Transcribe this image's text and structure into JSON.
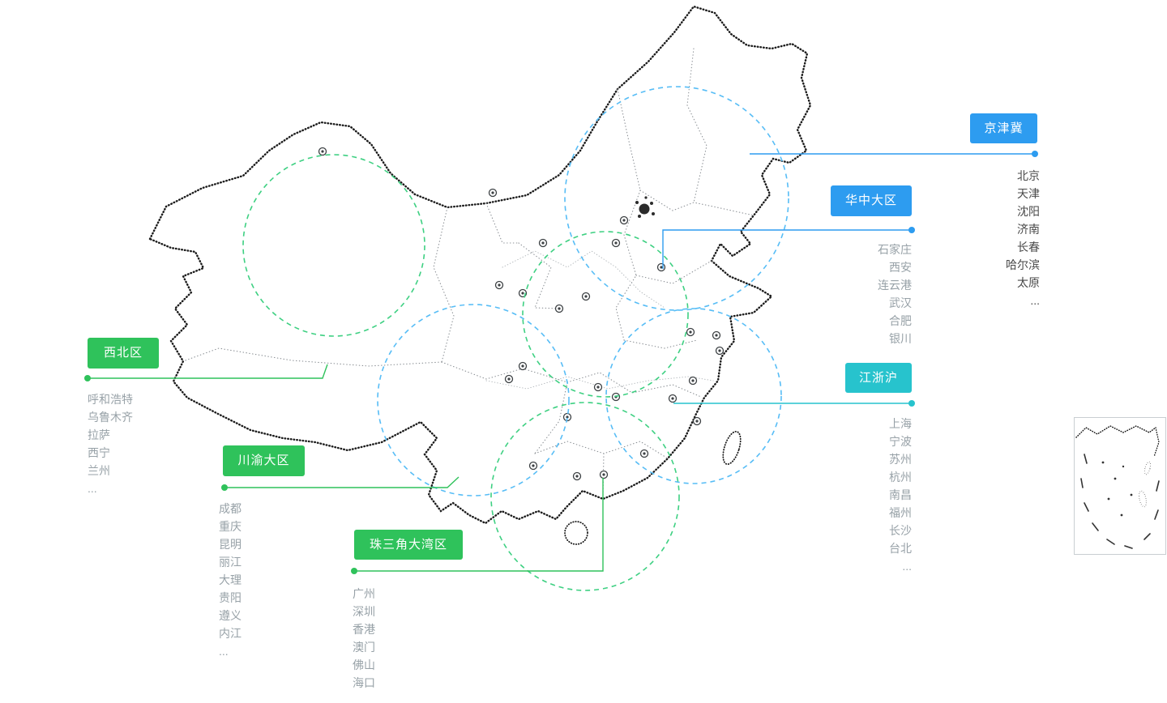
{
  "title": "china-regions-coverage-map",
  "colors": {
    "blue": "#2D9CF0",
    "green": "#2FC25B",
    "teal": "#27C3CD",
    "circle_blue": "#57BDF6",
    "circle_green": "#3ED082",
    "map_outline": "#1b1b1b",
    "city_list_gray": "#97A1A7",
    "city_list_dark": "#4A4A4A"
  },
  "regions": [
    {
      "id": "jingjinji",
      "label": "京津冀",
      "color": "#2D9CF0",
      "cities": [
        "北京",
        "天津",
        "沈阳",
        "济南",
        "长春",
        "哈尔滨",
        "太原",
        "..."
      ]
    },
    {
      "id": "huazhong",
      "label": "华中大区",
      "color": "#2D9CF0",
      "cities": [
        "石家庄",
        "西安",
        "连云港",
        "武汉",
        "合肥",
        "银川"
      ]
    },
    {
      "id": "xibei",
      "label": "西北区",
      "color": "#2FC25B",
      "cities": [
        "呼和浩特",
        "乌鲁木齐",
        "拉萨",
        "西宁",
        "兰州",
        "..."
      ]
    },
    {
      "id": "chuanyu",
      "label": "川渝大区",
      "color": "#2FC25B",
      "cities": [
        "成都",
        "重庆",
        "昆明",
        "丽江",
        "大理",
        "贵阳",
        "遵义",
        "内江",
        "..."
      ]
    },
    {
      "id": "zhusanjiao",
      "label": "珠三角大湾区",
      "color": "#2FC25B",
      "cities": [
        "广州",
        "深圳",
        "香港",
        "澳门",
        "佛山",
        "海口",
        "..."
      ]
    },
    {
      "id": "jiangzhehu",
      "label": "江浙沪",
      "color": "#27C3CD",
      "cities": [
        "上海",
        "宁波",
        "苏州",
        "杭州",
        "南昌",
        "福州",
        "长沙",
        "台北",
        "..."
      ]
    }
  ]
}
